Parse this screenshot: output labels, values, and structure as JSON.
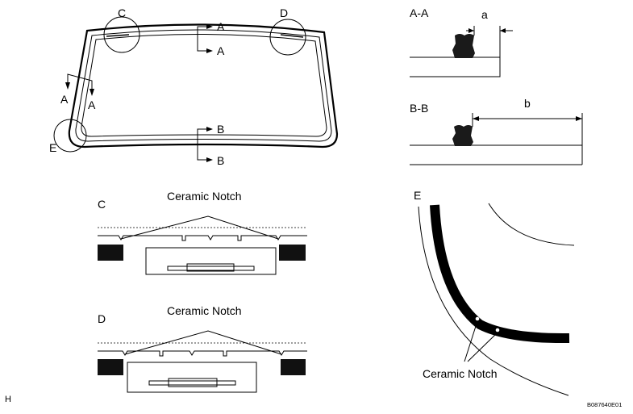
{
  "windshield": {
    "circle_labels": {
      "c": "C",
      "d": "D",
      "e": "E"
    },
    "section_labels": {
      "top": [
        "A",
        "A"
      ],
      "side": [
        "A",
        "A"
      ],
      "bottom": [
        "B",
        "B"
      ]
    }
  },
  "section_aa": {
    "title": "A-A",
    "dimension": "a"
  },
  "section_bb": {
    "title": "B-B",
    "dimension": "b"
  },
  "detail_c": {
    "letter": "C",
    "caption": "Ceramic Notch"
  },
  "detail_d": {
    "letter": "D",
    "caption": "Ceramic Notch"
  },
  "detail_e": {
    "letter": "E",
    "caption": "Ceramic Notch"
  },
  "corner_letter": "H",
  "figure_code": "B087640E01"
}
